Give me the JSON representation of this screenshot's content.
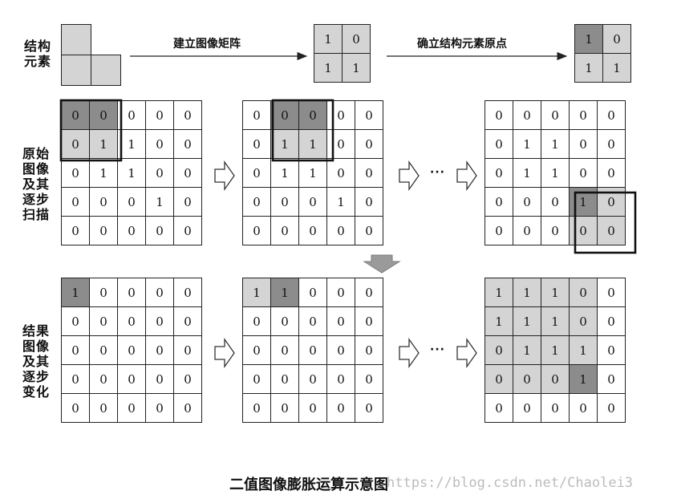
{
  "labels": {
    "structuring_element": [
      "结构",
      "元素"
    ],
    "original_scan": [
      "原始",
      "图像",
      "及其",
      "逐步",
      "扫描"
    ],
    "result_change": [
      "结果",
      "图像",
      "及其",
      "逐步",
      "变化"
    ],
    "arrow_matrix": "建立图像矩阵",
    "arrow_origin": "确立结构元素原点",
    "ellipsis": "···",
    "caption": "二值图像膨胀运算示意图",
    "watermark": "https://blog.csdn.net/Chaolei3"
  },
  "matrix_small": [
    [
      "1",
      "0"
    ],
    [
      "1",
      "1"
    ]
  ],
  "matrix_origin": [
    [
      "1",
      "0"
    ],
    [
      "1",
      "1"
    ]
  ],
  "scan_grids": [
    [
      [
        "0",
        "0",
        "0",
        "0",
        "0"
      ],
      [
        "0",
        "1",
        "1",
        "0",
        "0"
      ],
      [
        "0",
        "1",
        "1",
        "0",
        "0"
      ],
      [
        "0",
        "0",
        "0",
        "1",
        "0"
      ],
      [
        "0",
        "0",
        "0",
        "0",
        "0"
      ]
    ],
    [
      [
        "0",
        "0",
        "0",
        "0",
        "0"
      ],
      [
        "0",
        "1",
        "1",
        "0",
        "0"
      ],
      [
        "0",
        "1",
        "1",
        "0",
        "0"
      ],
      [
        "0",
        "0",
        "0",
        "1",
        "0"
      ],
      [
        "0",
        "0",
        "0",
        "0",
        "0"
      ]
    ],
    [
      [
        "0",
        "0",
        "0",
        "0",
        "0"
      ],
      [
        "0",
        "1",
        "1",
        "0",
        "0"
      ],
      [
        "0",
        "1",
        "1",
        "0",
        "0"
      ],
      [
        "0",
        "0",
        "0",
        "1",
        "0"
      ],
      [
        "0",
        "0",
        "0",
        "0",
        "0"
      ]
    ]
  ],
  "result_grids": [
    [
      [
        "1",
        "0",
        "0",
        "0",
        "0"
      ],
      [
        "0",
        "0",
        "0",
        "0",
        "0"
      ],
      [
        "0",
        "0",
        "0",
        "0",
        "0"
      ],
      [
        "0",
        "0",
        "0",
        "0",
        "0"
      ],
      [
        "0",
        "0",
        "0",
        "0",
        "0"
      ]
    ],
    [
      [
        "1",
        "1",
        "0",
        "0",
        "0"
      ],
      [
        "0",
        "0",
        "0",
        "0",
        "0"
      ],
      [
        "0",
        "0",
        "0",
        "0",
        "0"
      ],
      [
        "0",
        "0",
        "0",
        "0",
        "0"
      ],
      [
        "0",
        "0",
        "0",
        "0",
        "0"
      ]
    ],
    [
      [
        "1",
        "1",
        "1",
        "0",
        "0"
      ],
      [
        "1",
        "1",
        "1",
        "0",
        "0"
      ],
      [
        "0",
        "1",
        "1",
        "1",
        "0"
      ],
      [
        "0",
        "0",
        "0",
        "1",
        "0"
      ],
      [
        "0",
        "0",
        "0",
        "0",
        "0"
      ]
    ]
  ]
}
